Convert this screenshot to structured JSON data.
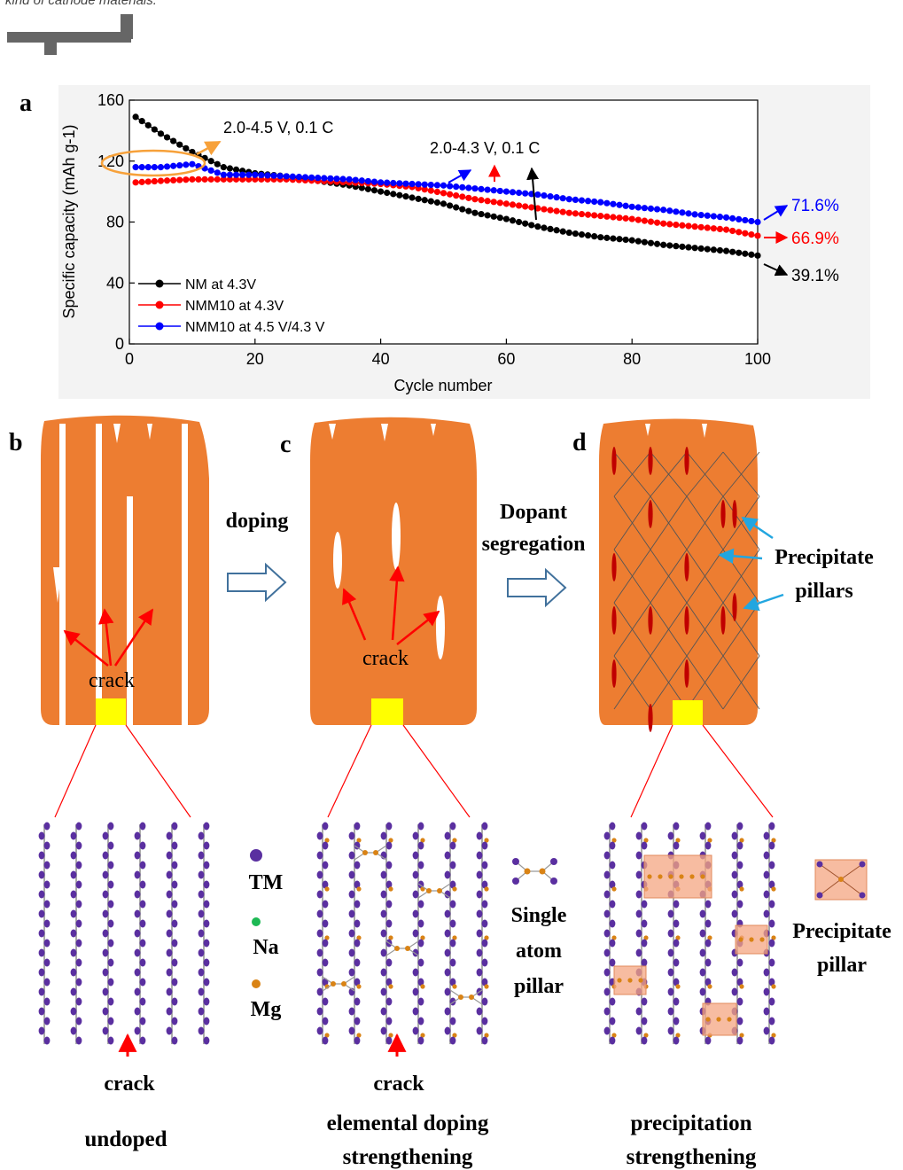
{
  "header_fragment": "kind of cathode materials.",
  "panel_letters": {
    "a": "a",
    "b": "b",
    "c": "c",
    "d": "d"
  },
  "chart_data": {
    "type": "line",
    "title": "",
    "xlabel": "Cycle number",
    "ylabel": "Specific capacity (mAh g-1)",
    "xlim": [
      0,
      100
    ],
    "ylim": [
      0,
      160
    ],
    "xticks": [
      "0",
      "20",
      "40",
      "60",
      "80",
      "100"
    ],
    "yticks": [
      "0",
      "40",
      "80",
      "120",
      "160"
    ],
    "legend_position": "bottom-left",
    "x": [
      1,
      5,
      10,
      15,
      20,
      25,
      30,
      35,
      40,
      45,
      50,
      55,
      60,
      65,
      70,
      75,
      80,
      85,
      90,
      95,
      100
    ],
    "series": [
      {
        "name": "NM at 4.3V",
        "color": "#000000",
        "values": [
          149,
          138,
          126,
          116,
          112,
          110,
          107,
          104,
          100,
          96,
          92,
          86,
          82,
          77,
          73,
          70,
          68,
          65,
          63,
          61,
          58
        ]
      },
      {
        "name": "NMM10 at 4.3V",
        "color": "#ff0000",
        "values": [
          106,
          107,
          108,
          108,
          108,
          108,
          107,
          106,
          105,
          103,
          99,
          95,
          92,
          89,
          86,
          84,
          82,
          79,
          77,
          75,
          71
        ]
      },
      {
        "name": "NMM10 at 4.5 V/4.3 V",
        "color": "#0000ff",
        "values": [
          116,
          116,
          118,
          111,
          111,
          110,
          109,
          108,
          106,
          105,
          104,
          102,
          100,
          98,
          95,
          93,
          90,
          88,
          85,
          83,
          80
        ]
      }
    ],
    "annotations": [
      {
        "text": "2.0-4.5 V, 0.1 C",
        "color": "#f7a13a"
      },
      {
        "text": "2.0-4.3 V, 0.1 C",
        "color": "#000000"
      },
      {
        "text": "71.6%",
        "color": "#0000ff"
      },
      {
        "text": "66.9%",
        "color": "#ff0000"
      },
      {
        "text": "39.1%",
        "color": "#000000"
      }
    ]
  },
  "diagram": {
    "arrow_doping": "doping",
    "arrow_segregation_line1": "Dopant",
    "arrow_segregation_line2": "segregation",
    "crack_label": "crack",
    "precipitate_pillars_line1": "Precipitate",
    "precipitate_pillars_line2": "pillars",
    "legend_tm": "TM",
    "legend_na": "Na",
    "legend_mg": "Mg",
    "single_atom_pillar_lines": [
      "Single",
      "atom",
      "pillar"
    ],
    "precipitate_pillar_lines": [
      "Precipitate",
      "pillar"
    ],
    "caption_b": "undoped",
    "caption_c_line1": "elemental doping",
    "caption_c_line2": "strengthening",
    "caption_d_line1": "precipitation",
    "caption_d_line2": "strengthening",
    "colors": {
      "particle": "#ed7d31",
      "tm": "#5a2fa0",
      "na": "#1db954",
      "mg": "#d98315",
      "callout": "#22a6e0"
    }
  }
}
